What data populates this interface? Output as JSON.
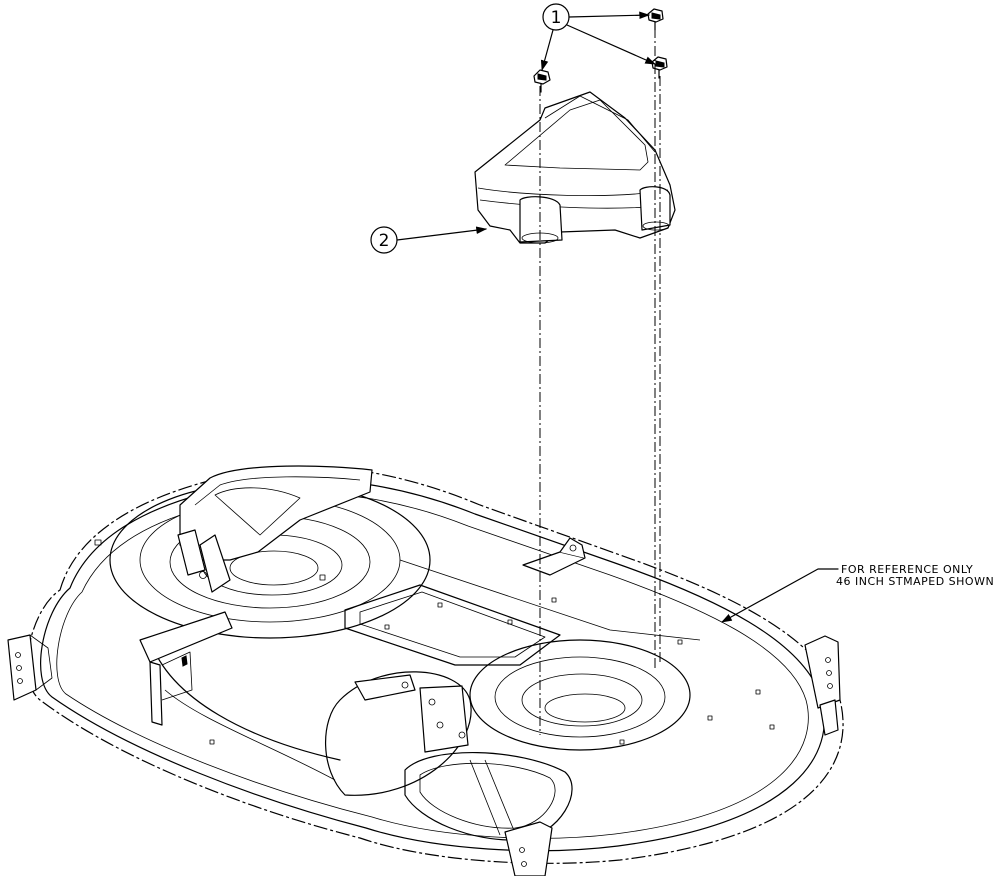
{
  "callouts": [
    {
      "id": "1",
      "label": "1"
    },
    {
      "id": "2",
      "label": "2"
    }
  ],
  "note": {
    "line1": "FOR REFERENCE ONLY",
    "line2": "46 INCH STMAPED SHOWN"
  }
}
